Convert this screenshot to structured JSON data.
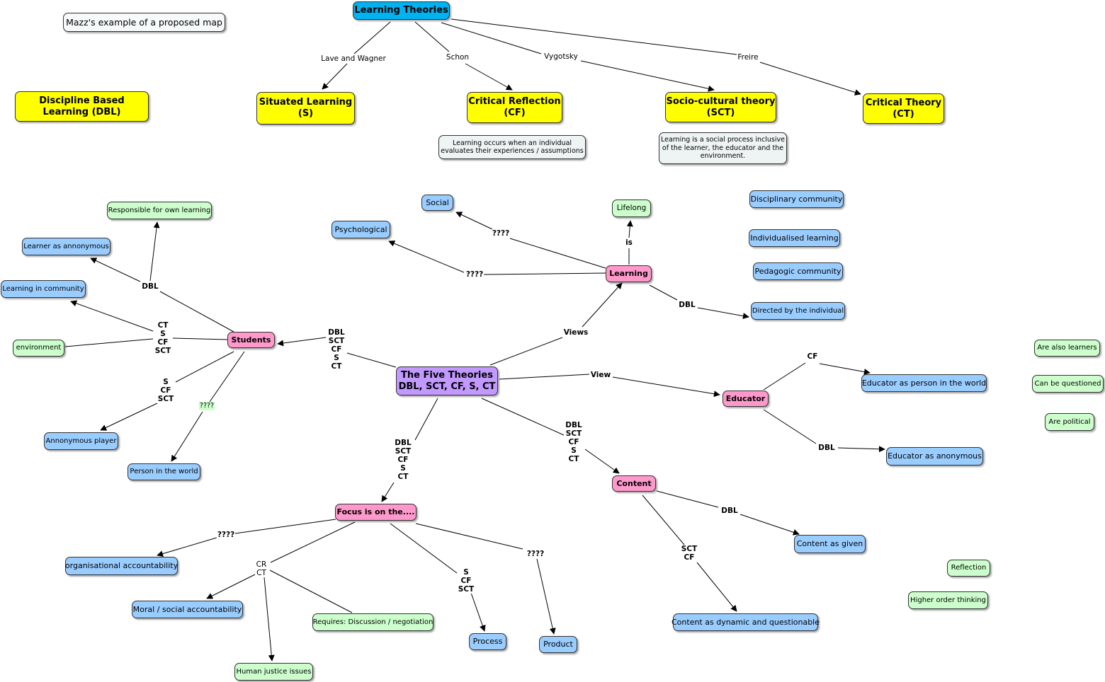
{
  "title_note": "Mazz's example of a proposed map",
  "nodes": {
    "learning_theories": "Learning Theories",
    "dbl": "Discipline Based Learning (DBL)",
    "situated": "Situated Learning (S)",
    "critical_reflection": "Critical Reflection (CF)",
    "sociocultural": "Socio-cultural theory (SCT)",
    "critical_theory": "Critical Theory (CT)",
    "cf_note": "Learning occurs when an individual evaluates their experiences / assumptions",
    "sct_note": "Learning is a social process inclusive of the learner, the educator and the environment.",
    "five_theories": "The Five Theories DBL, SCT, CF, S, CT",
    "students": "Students",
    "learning": "Learning",
    "educator": "Educator",
    "content": "Content",
    "focus": "Focus is on the....",
    "social": "Social",
    "psychological": "Psychological",
    "lifelong": "Lifelong",
    "directed": "Directed by the individual",
    "disciplinary_community": "Disciplinary community",
    "individualised_learning": "Individualised learning",
    "pedagogic_community": "Pedagogic community",
    "responsible": "Responsible for own learning",
    "learner_anonymous": "Learner as annonymous",
    "learning_community": "Learning in community",
    "environment": "environment",
    "anonymous_player": "Annonymous player",
    "person_world": "Person in the world",
    "educator_person": "Educator as person in the world",
    "educator_anonymous": "Educator as anonymous",
    "also_learners": "Are also learners",
    "questioned": "Can be questioned",
    "political": "Are political",
    "content_given": "Content as given",
    "content_dynamic": "Content as dynamic and questionable",
    "reflection": "Reflection",
    "higher_order": "Higher order thinking",
    "org_accountability": "organisational accountability",
    "moral_accountability": "Moral / social accountability",
    "discussion": "Requires: Discussion / negotiation",
    "human_justice": "Human justice issues",
    "process": "Process",
    "product": "Product"
  },
  "link_labels": {
    "lave_wagner": "Lave and Wagner",
    "schon": "Schon",
    "vygotsky": "Vygotsky",
    "freire": "Freire",
    "students_link": "DBL\nSCT\nCF\nS\nCT",
    "views": "Views",
    "view": "View",
    "content_link": "DBL\nSCT\nCF\nS\nCT",
    "focus_link": "DBL\nSCT\nCF\nS\nCT",
    "social_q": "????",
    "psych_q": "????",
    "is": "is",
    "learning_dbl": "DBL",
    "students_dbl": "DBL",
    "students_ct": "CT\nS\nCF\nSCT",
    "students_s": "S\nCF\nSCT",
    "students_q": "????",
    "educator_cf": "CF",
    "educator_dbl": "DBL",
    "content_dbl": "DBL",
    "content_sct": "SCT\nCF",
    "org_q": "????",
    "focus_cr": "CR\nCT",
    "process_s": "S\nCF\nSCT",
    "product_q": "????"
  },
  "colors": {
    "yellow": "#ffff00",
    "cyan": "#00b2f0",
    "purple": "#c299ff",
    "pink": "#ff99cc",
    "blue": "#99ccff",
    "green": "#ccffcc",
    "note": "#eef3f4"
  }
}
